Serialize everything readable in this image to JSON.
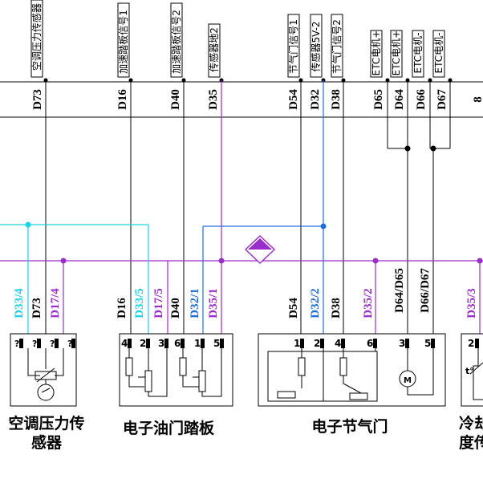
{
  "colors": {
    "black": "#000000",
    "cyan": "#19d3e6",
    "blue": "#1e6fdc",
    "purple": "#9b2dcc",
    "bg": "#ffffff"
  },
  "top_signals": {
    "s1": "空调压力传感器",
    "s2": "加速踏板信号1",
    "s3": "加速踏板信号2",
    "s4": "传感器地2",
    "s5": "节气门信号1",
    "s6": "传感器5V-2",
    "s7": "节气门信号2",
    "s8": "ETC电机+",
    "s9": "ETC电机+",
    "s10": "ETC电机-",
    "s11": "ETC电机-"
  },
  "wire_codes": {
    "w1": "D73",
    "w2": "D16",
    "w3": "D40",
    "w4": "D35",
    "w5": "D54",
    "w6": "D32",
    "w7": "D38",
    "w8": "D65",
    "w9": "D64",
    "w10": "D66",
    "w11": "D67"
  },
  "connector_labels": {
    "c1": "D33/4",
    "c2": "D73",
    "c3": "D17/4",
    "c4": "D16",
    "c5": "D33/5",
    "c6": "D17/5",
    "c7": "D40",
    "c8": "D32/1",
    "c9": "D35/1",
    "c10": "D54",
    "c11": "D32/2",
    "c12": "D38",
    "c13": "D35/2",
    "c14": "D64/D65",
    "c15": "D66/D67",
    "c16": "D35/3"
  },
  "pins": {
    "p_ac": "?",
    "p4": "4",
    "p2": "2",
    "p3": "3",
    "p6": "6",
    "p1": "1",
    "p5": "5",
    "t1": "1",
    "t2": "2",
    "t4": "4",
    "t6": "6",
    "t3": "3",
    "t5": "5",
    "r2": "2"
  },
  "components": {
    "ac": "空调压力传",
    "ac2": "感器",
    "pedal": "电子油门踏板",
    "throttle": "电子节气门",
    "coolant": "冷却",
    "coolant2": "度传"
  }
}
